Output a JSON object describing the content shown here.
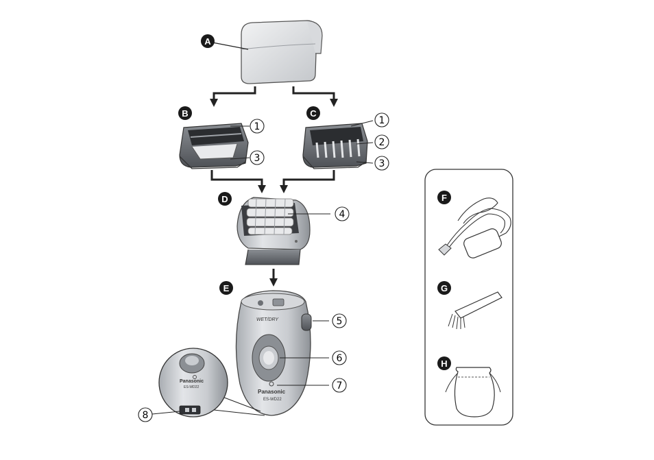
{
  "badges": {
    "a": "A",
    "b": "B",
    "c": "C",
    "d": "D",
    "e": "E",
    "f": "F",
    "g": "G",
    "h": "H"
  },
  "callouts": {
    "b1": "1",
    "b3": "3",
    "c1": "1",
    "c2": "2",
    "c3": "3",
    "d4": "4",
    "e5": "5",
    "e6": "6",
    "e7": "7",
    "e8": "8"
  },
  "device_print": {
    "switch_label": "WET/DRY",
    "brand": "Panasonic",
    "model": "ES-WD22"
  },
  "colors": {
    "badge": "#1a1a1a",
    "body_gray": "#cfd2d6",
    "dark_gray": "#6d7075",
    "outline": "#333333"
  },
  "icons": {
    "cap": "shaving-cap-icon",
    "shaver_head": "shaver-head-icon",
    "cord": "ac-adaptor-icon",
    "brush": "cleaning-brush-icon",
    "pouch": "pouch-icon"
  }
}
